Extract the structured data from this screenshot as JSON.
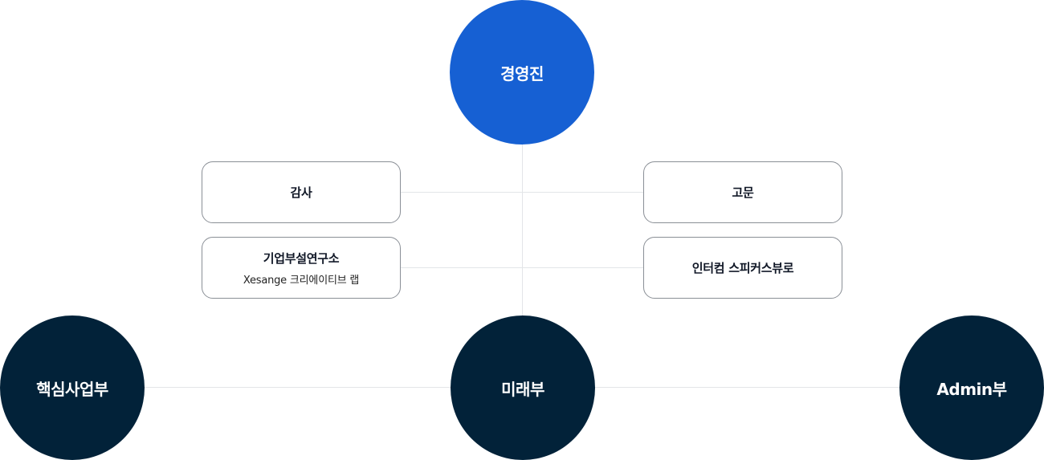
{
  "nodes": {
    "executive": "경영진",
    "audit": "감사",
    "advisor": "고문",
    "research": {
      "title": "기업부설연구소",
      "subtitle": "Xesange 크리에이티브 랩"
    },
    "interview": "인터컴 스피커스뷰로",
    "core": "핵심사업부",
    "future": "미래부",
    "admin": "Admin부"
  },
  "colors": {
    "primary": "#1660d3",
    "dark": "#022239",
    "line": "#e3e5e8",
    "box_border": "#8a8f96"
  }
}
